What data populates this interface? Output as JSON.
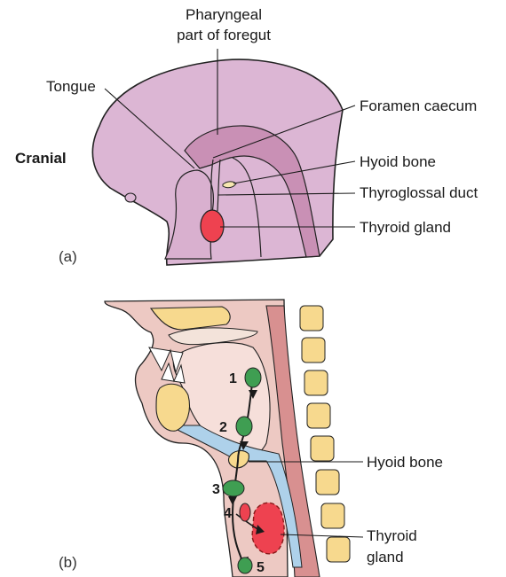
{
  "panel_a": {
    "panel_label": "(a)",
    "orientation": "Cranial",
    "labels": {
      "pharyngeal_1": "Pharyngeal",
      "pharyngeal_2": "part of foregut",
      "tongue": "Tongue",
      "foramen_caecum": "Foramen caecum",
      "hyoid_bone": "Hyoid bone",
      "thyroglossal_duct": "Thyroglossal duct",
      "thyroid_gland": "Thyroid gland"
    }
  },
  "panel_b": {
    "panel_label": "(b)",
    "labels": {
      "hyoid_bone": "Hyoid bone",
      "thyroid_1": "Thyroid",
      "thyroid_2": "gland"
    },
    "steps": [
      "1",
      "2",
      "3",
      "4",
      "5"
    ]
  },
  "colors": {
    "embryo_fill": "#dcb6d4",
    "foregut_fill": "#c990b5",
    "thyroid_red": "#ee4250",
    "green": "#3f9e52",
    "bone": "#f7d98e",
    "airway_blue": "#aed1ea",
    "tissue_pink": "#edc9c3"
  }
}
